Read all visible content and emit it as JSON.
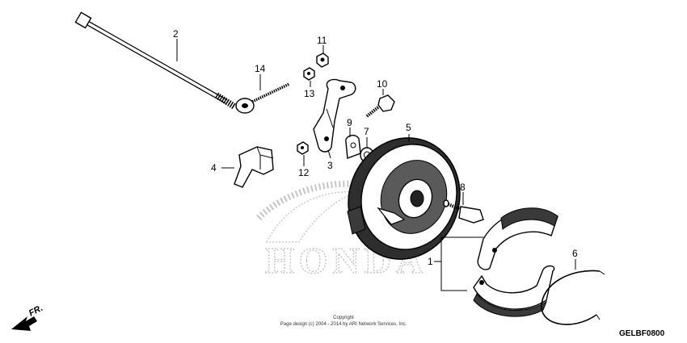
{
  "diagram": {
    "watermark": "HONDA",
    "direction_label": "FR.",
    "copyright": {
      "line1": "Copyright",
      "line2": "Page design (c) 2004 - 2014 by ARI Network Services, Inc."
    },
    "diagram_code": "GELBF0800",
    "callouts": [
      "1",
      "2",
      "3",
      "4",
      "5",
      "6",
      "7",
      "8",
      "9",
      "10",
      "11",
      "12",
      "13",
      "14"
    ]
  }
}
